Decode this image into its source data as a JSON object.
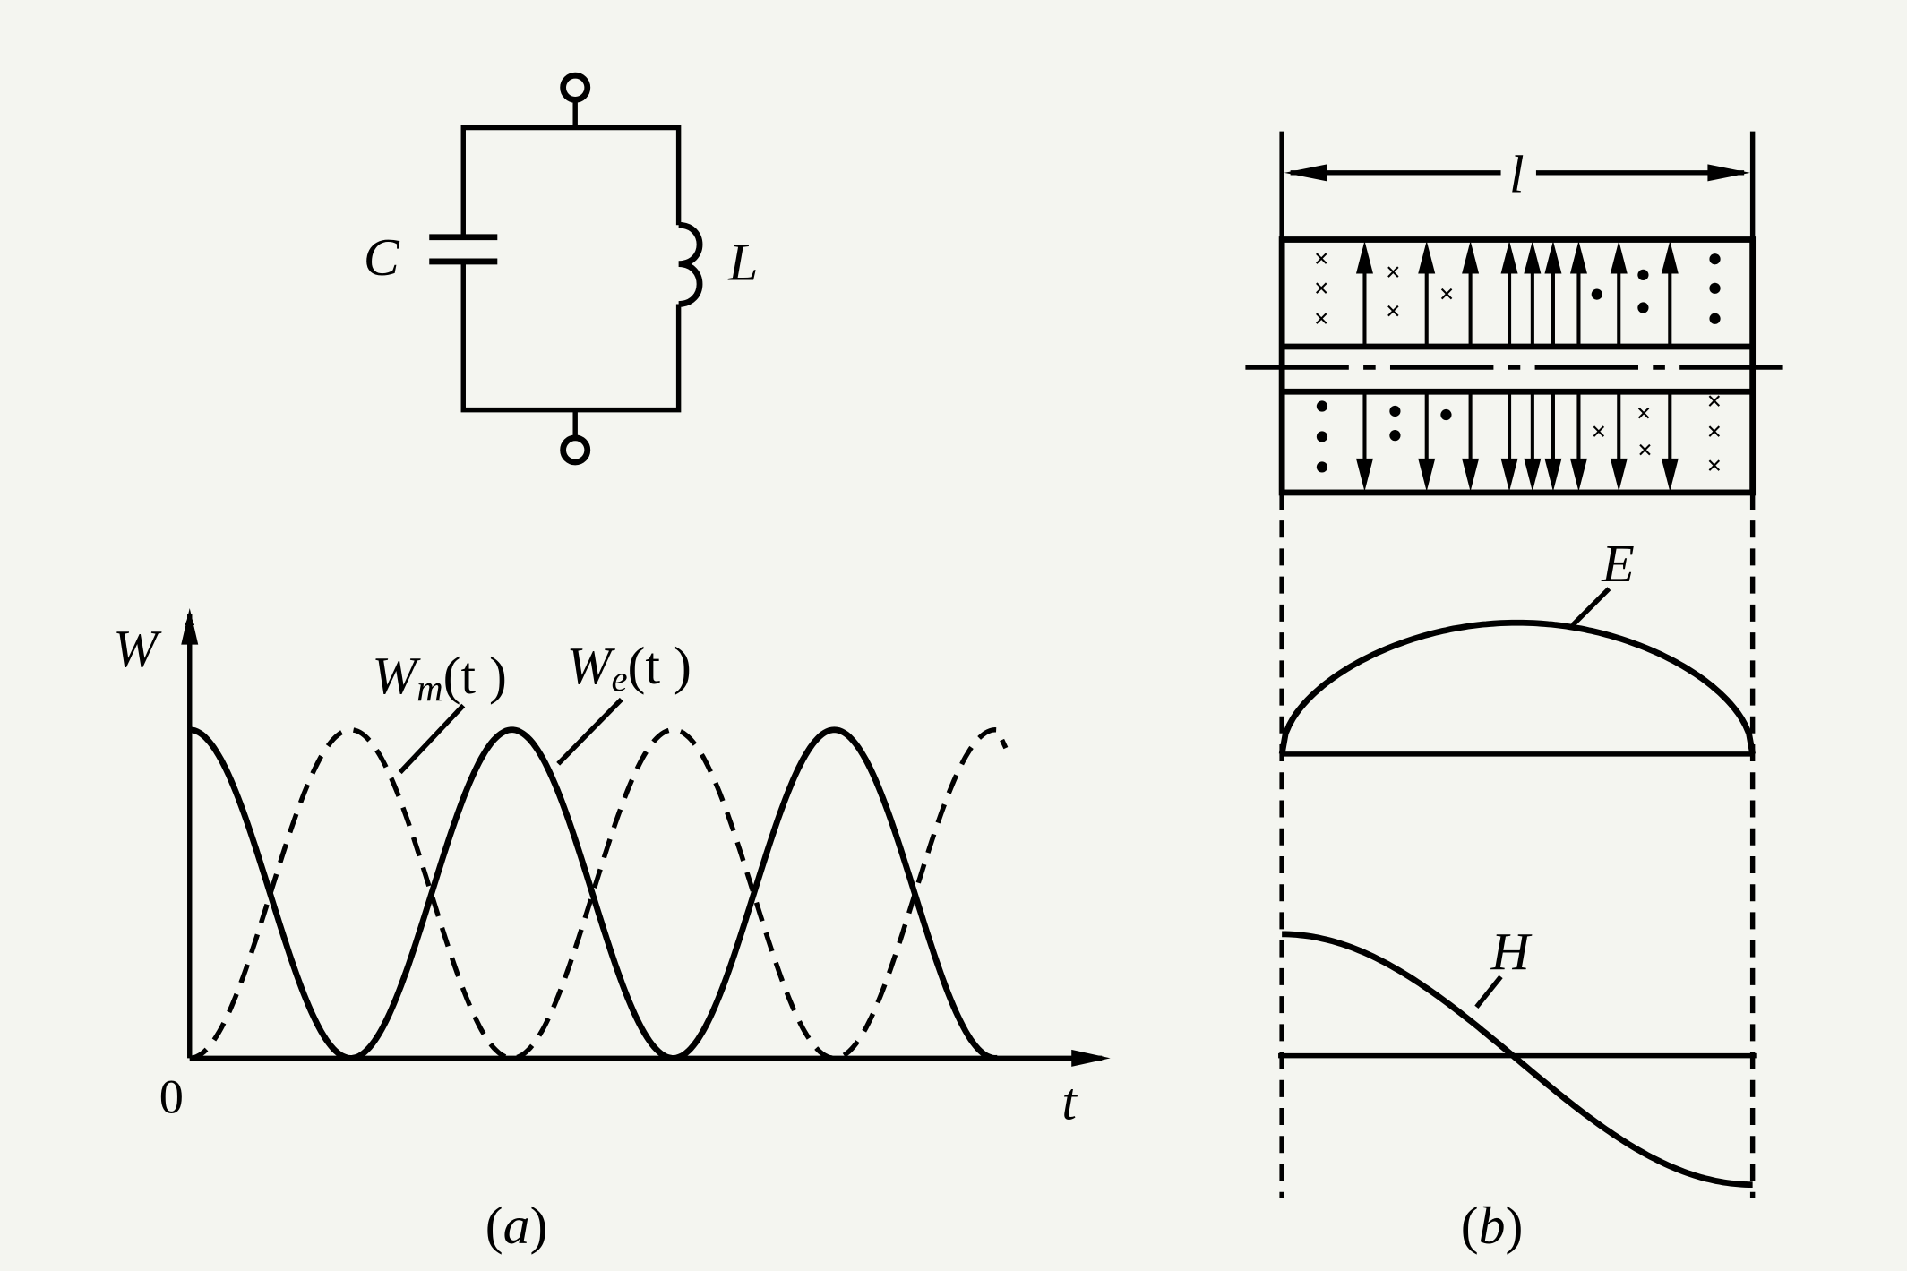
{
  "circuit": {
    "capacitor_label": "C",
    "inductor_label": "L"
  },
  "plot_a": {
    "y_axis_label": "W",
    "x_axis_label": "t",
    "origin_label": "0",
    "series": [
      {
        "name_main": "W",
        "name_sub": "m",
        "name_arg": "(t )",
        "style": "dashed"
      },
      {
        "name_main": "W",
        "name_sub": "e",
        "name_arg": "(t )",
        "style": "solid"
      }
    ],
    "caption": {
      "open": "(",
      "letter": "a",
      "close": ")"
    }
  },
  "panel_b": {
    "length_label": "l",
    "e_label": "E",
    "h_label": "H",
    "caption": {
      "open": "(",
      "letter": "b",
      "close": ")"
    }
  }
}
